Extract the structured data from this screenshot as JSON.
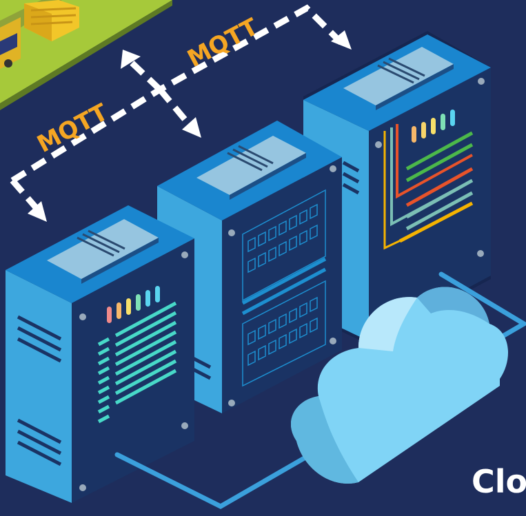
{
  "labels": {
    "mqtt_left": "MQTT",
    "mqtt_right": "MQTT",
    "caption": "Clo"
  },
  "colors": {
    "background": "#1e2d5c",
    "protocol_label": "#f5a623",
    "server_light": "#3a9fd8",
    "server_dark": "#1a3a68",
    "cloud": "#80d4f6",
    "cable": "#3ba0dc"
  },
  "icons": [
    "vehicle-icon",
    "server-icon",
    "cloud-icon",
    "arrow-icon"
  ]
}
